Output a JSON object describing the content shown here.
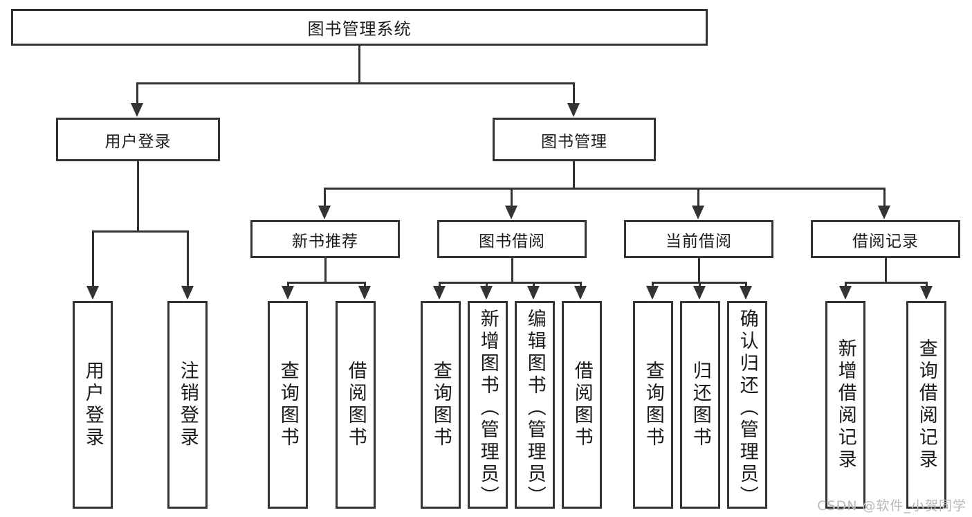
{
  "diagram": {
    "type": "tree",
    "title": "图书管理系统",
    "root": {
      "label": "图书管理系统"
    },
    "level1": [
      {
        "label": "用户登录"
      },
      {
        "label": "图书管理"
      }
    ],
    "level2": [
      {
        "label": "新书推荐"
      },
      {
        "label": "图书借阅"
      },
      {
        "label": "当前借阅"
      },
      {
        "label": "借阅记录"
      }
    ],
    "leaves": {
      "user_login": [
        {
          "label": "用户登录"
        },
        {
          "label": "注销登录"
        }
      ],
      "new_book": [
        {
          "label": "查询图书"
        },
        {
          "label": "借阅图书"
        }
      ],
      "borrow": [
        {
          "label": "查询图书"
        },
        {
          "label": "新增图书（管理员）"
        },
        {
          "label": "编辑图书（管理员）"
        },
        {
          "label": "借阅图书"
        }
      ],
      "current": [
        {
          "label": "查询图书"
        },
        {
          "label": "归还图书"
        },
        {
          "label": "确认归还（管理员）"
        }
      ],
      "records": [
        {
          "label": "新增借阅记录"
        },
        {
          "label": "查询借阅记录"
        }
      ]
    }
  },
  "watermark": {
    "text": "CSDN @软件_小贺同学"
  },
  "colors": {
    "stroke": "#333333",
    "text": "#1a1a1a",
    "background": "#ffffff",
    "watermark": "#b9b9b9"
  }
}
